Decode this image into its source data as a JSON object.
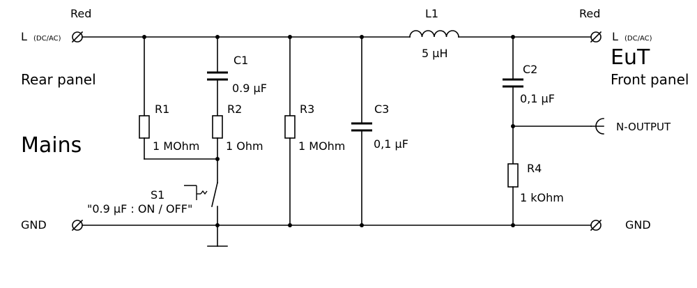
{
  "left_side": {
    "line_color": "Red",
    "line_label": "L",
    "line_sub": "(DC/AC)",
    "panel": "Rear panel",
    "section": "Mains",
    "ground": "GND"
  },
  "right_side": {
    "line_color": "Red",
    "line_label": "L",
    "line_sub": "(DC/AC)",
    "title": "EuT",
    "panel": "Front panel",
    "ground": "GND",
    "n_output": "N-OUTPUT"
  },
  "components": {
    "l1": {
      "name": "L1",
      "value": "5 µH"
    },
    "c1": {
      "name": "C1",
      "value": "0.9 µF"
    },
    "c2": {
      "name": "C2",
      "value": "0,1 µF"
    },
    "c3": {
      "name": "C3",
      "value": "0,1 µF"
    },
    "r1": {
      "name": "R1",
      "value": "1 MOhm"
    },
    "r2": {
      "name": "R2",
      "value": "1 Ohm"
    },
    "r3": {
      "name": "R3",
      "value": "1 MOhm"
    },
    "r4": {
      "name": "R4",
      "value": "1 kOhm"
    },
    "s1": {
      "name": "S1",
      "value": "\"0.9 µF : ON / OFF\""
    }
  }
}
